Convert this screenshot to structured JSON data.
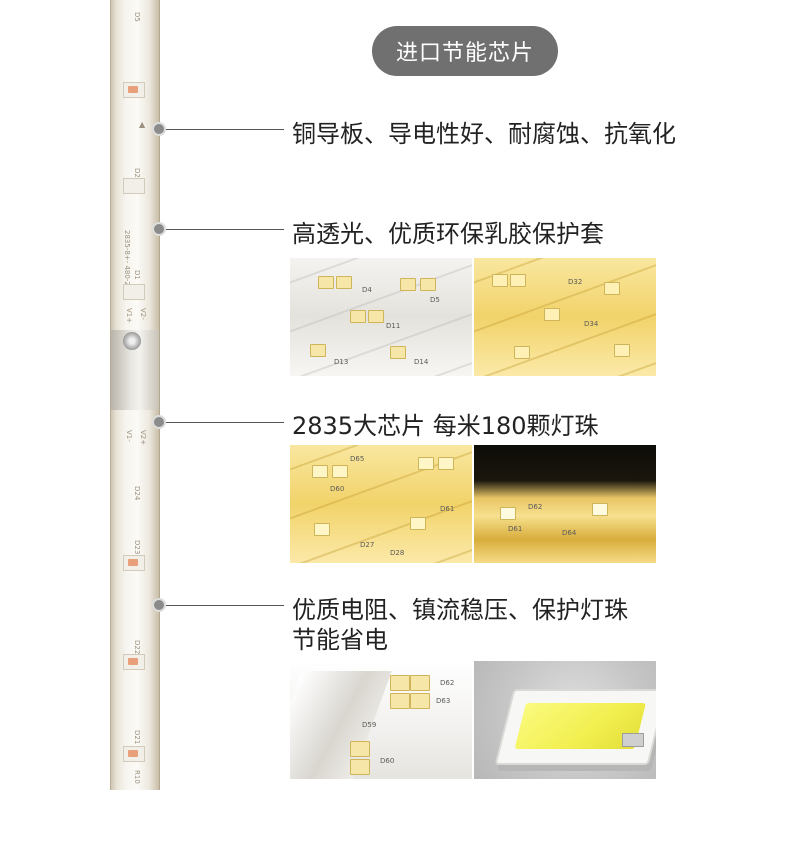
{
  "header": {
    "title": "进口节能芯片"
  },
  "callouts": [
    {
      "text": "铜导板、导电性好、耐腐蚀、抗氧化"
    },
    {
      "text": "高透光、优质环保乳胶保护套"
    },
    {
      "text": "2835大芯片 每米180颗灯珠"
    },
    {
      "text": "优质电阻、镇流稳压、保护灯珠",
      "text2": "节能省电"
    }
  ],
  "strip_labels": {
    "top_d": "D5",
    "arrow": "▲",
    "d2": "D2",
    "spec": "2835-8+- 480-20B",
    "d1": "D1",
    "v1": "V1+",
    "v2": "V2-",
    "v1b": "V1-",
    "v2b": "V2+",
    "d24": "D24",
    "d23": "D23",
    "d22": "D22",
    "d21": "D21",
    "r10": "R10"
  },
  "photo_labels": {
    "row2_left": [
      "D4",
      "D5",
      "D11",
      "D13",
      "D14"
    ],
    "row2_right": [
      "D32",
      "D34"
    ],
    "row3_left": [
      "D65",
      "D60",
      "D61",
      "D27",
      "D28"
    ],
    "row3_right": [
      "D62",
      "D61",
      "D64"
    ],
    "row4_left": [
      "D62",
      "D63",
      "D59",
      "D60"
    ]
  },
  "colors": {
    "pill_bg": "#707070",
    "dot": "#8b8b8b",
    "leader": "#555555",
    "warm_light": "#f2d36a",
    "phosphor": "#f1ef4f"
  }
}
